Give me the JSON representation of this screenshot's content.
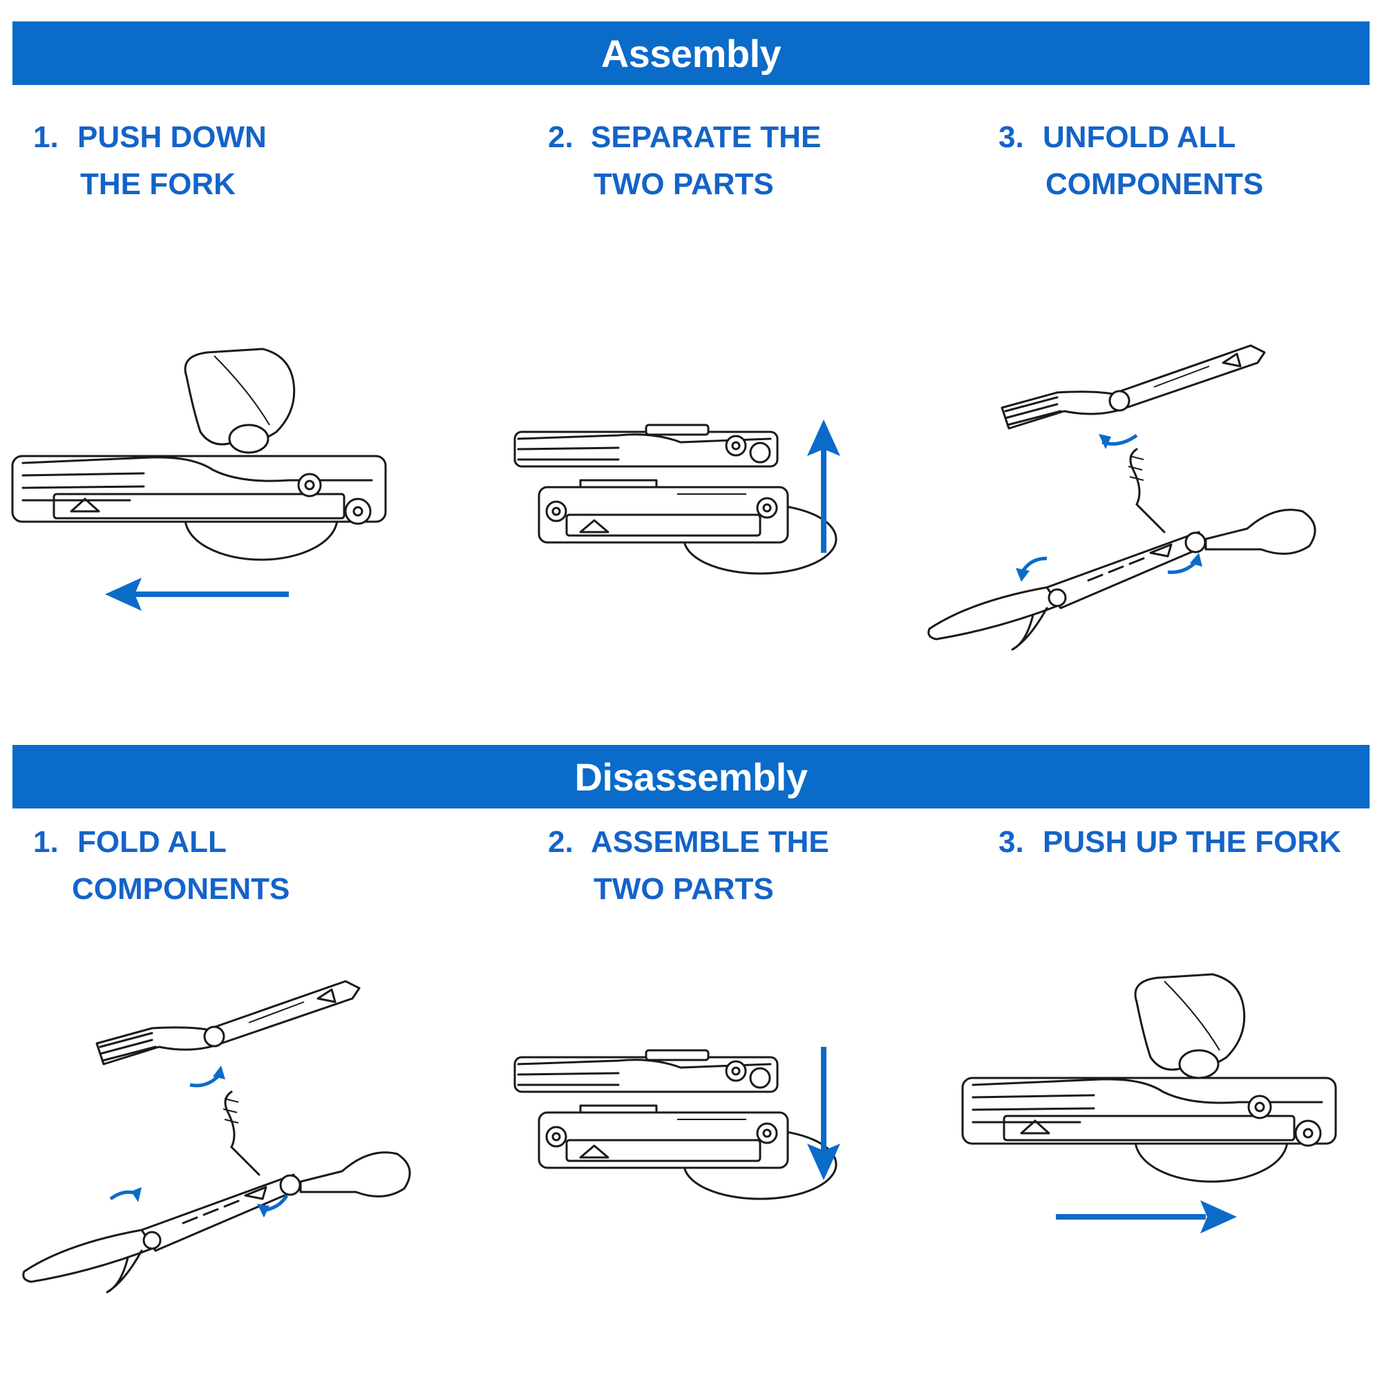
{
  "sections": {
    "assembly": {
      "title": "Assembly",
      "steps": [
        {
          "num": "1.",
          "line1": "PUSH DOWN",
          "line2": "THE FORK"
        },
        {
          "num": "2.",
          "line1": "SEPARATE THE",
          "line2": "TWO PARTS"
        },
        {
          "num": "3.",
          "line1": "UNFOLD ALL",
          "line2": "COMPONENTS"
        }
      ]
    },
    "disassembly": {
      "title": "Disassembly",
      "steps": [
        {
          "num": "1.",
          "line1": "FOLD ALL",
          "line2": "COMPONENTS"
        },
        {
          "num": "2.",
          "line1": "ASSEMBLE THE",
          "line2": "TWO PARTS"
        },
        {
          "num": "3.",
          "line1": "PUSH UP THE FORK",
          "line2": ""
        }
      ]
    }
  },
  "colors": {
    "banner": "#0b6bc8",
    "step_text": "#1463c8",
    "arrow": "#0b6bc8"
  },
  "icons": [
    "left-arrow-icon",
    "up-arrow-icon",
    "down-arrow-icon",
    "right-arrow-icon",
    "rotate-arrow-icon",
    "hand-icon",
    "multitool-icon"
  ]
}
